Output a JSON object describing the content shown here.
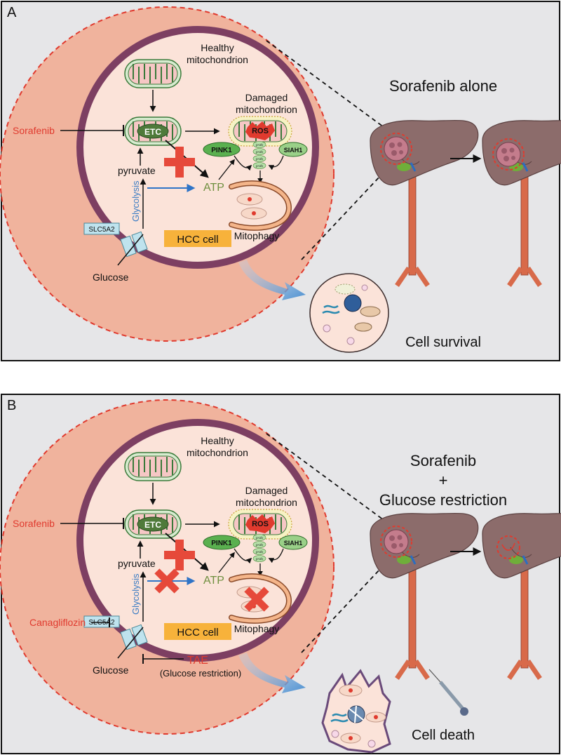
{
  "panels": [
    {
      "letter": "A",
      "healthy_label": [
        "Healthy",
        "mitochondrion"
      ],
      "damaged_label": [
        "Damaged",
        "mitochondrion"
      ],
      "etc": "ETC",
      "ros": "ROS",
      "pink1": "PINK1",
      "siah1": "SIAH1",
      "pub": "p-Ub",
      "atp": "ATP",
      "pyruvate": "pyruvate",
      "glycolysis": "Glycolysis",
      "slc5a2": "SLC5A2",
      "glucose": "Glucose",
      "mitophagy": "Mitophagy",
      "hcc": "HCC cell",
      "sorafenib": "Sorafenib",
      "title": [
        "Sorafenib alone"
      ],
      "outcome": "Cell survival"
    },
    {
      "letter": "B",
      "healthy_label": [
        "Healthy",
        "mitochondrion"
      ],
      "damaged_label": [
        "Damaged",
        "mitochondrion"
      ],
      "etc": "ETC",
      "ros": "ROS",
      "pink1": "PINK1",
      "siah1": "SIAH1",
      "pub": "p-Ub",
      "atp": "ATP",
      "pyruvate": "pyruvate",
      "glycolysis": "Glycolysis",
      "slc5a2": "SLC5A2",
      "glucose": "Glucose",
      "mitophagy": "Mitophagy",
      "hcc": "HCC cell",
      "sorafenib": "Sorafenib",
      "canagliflozin": "Canagliflozin",
      "tae": "TAE",
      "tae_note": "(Glucose restriction)",
      "title": [
        "Sorafenib",
        "+",
        "Glucose restriction"
      ],
      "outcome": "Cell death"
    }
  ],
  "colors": {
    "panel_bg": "#e6e6e8",
    "cell_fill": "#f0b39d",
    "inner_fill": "#fbe3d9",
    "membrane": "#7d3f62",
    "drug_red": "#e03a2e",
    "arrow_blue": "#2f74c7",
    "atp_green": "#6f8f3f",
    "glyco_blue": "#3b7cc4",
    "hcc_box": "#f7b23b",
    "cross_red": "#e6493a",
    "mito_green": "#d7ebcf",
    "liver": "#8f6f6e",
    "vessel": "#d86a4a"
  }
}
